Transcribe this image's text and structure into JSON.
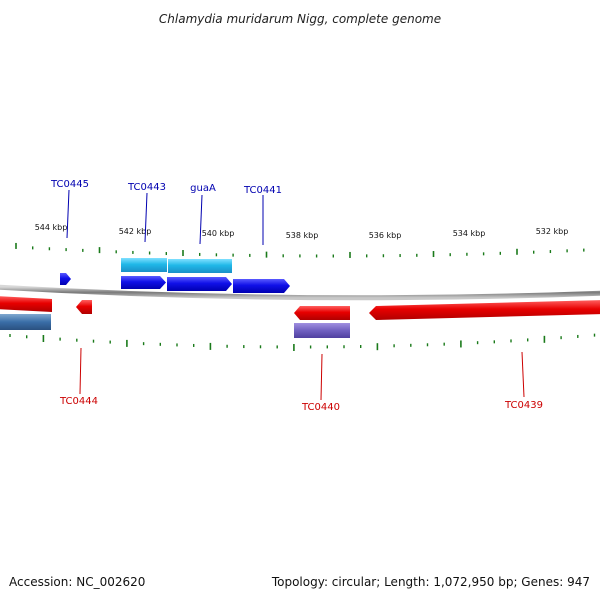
{
  "title": "Chlamydia muridarum Nigg, complete genome",
  "footer": {
    "accession": "Accession: NC_002620",
    "topology": "Topology: circular; Length: 1,072,950 bp; Genes: 947"
  },
  "scale_labels": [
    "544 kbp",
    "542 kbp",
    "540 kbp",
    "538 kbp",
    "536 kbp",
    "534 kbp",
    "532 kbp"
  ],
  "genes_top": [
    "TC0445",
    "TC0443",
    "guaA",
    "TC0441"
  ],
  "genes_bottom": [
    "TC0444",
    "TC0440",
    "TC0439"
  ],
  "colors": {
    "forward_cds": "#1010e0",
    "forward_feature": "#20b8e8",
    "reverse_cds": "#e81010",
    "reverse_feature_blue": "#3a6ea8",
    "reverse_feature_purple": "#7060c0",
    "backbone": "#8a8a8a",
    "ticks": "#1a7a1a",
    "top_label": "#0000b0",
    "bottom_label": "#cc0000"
  }
}
